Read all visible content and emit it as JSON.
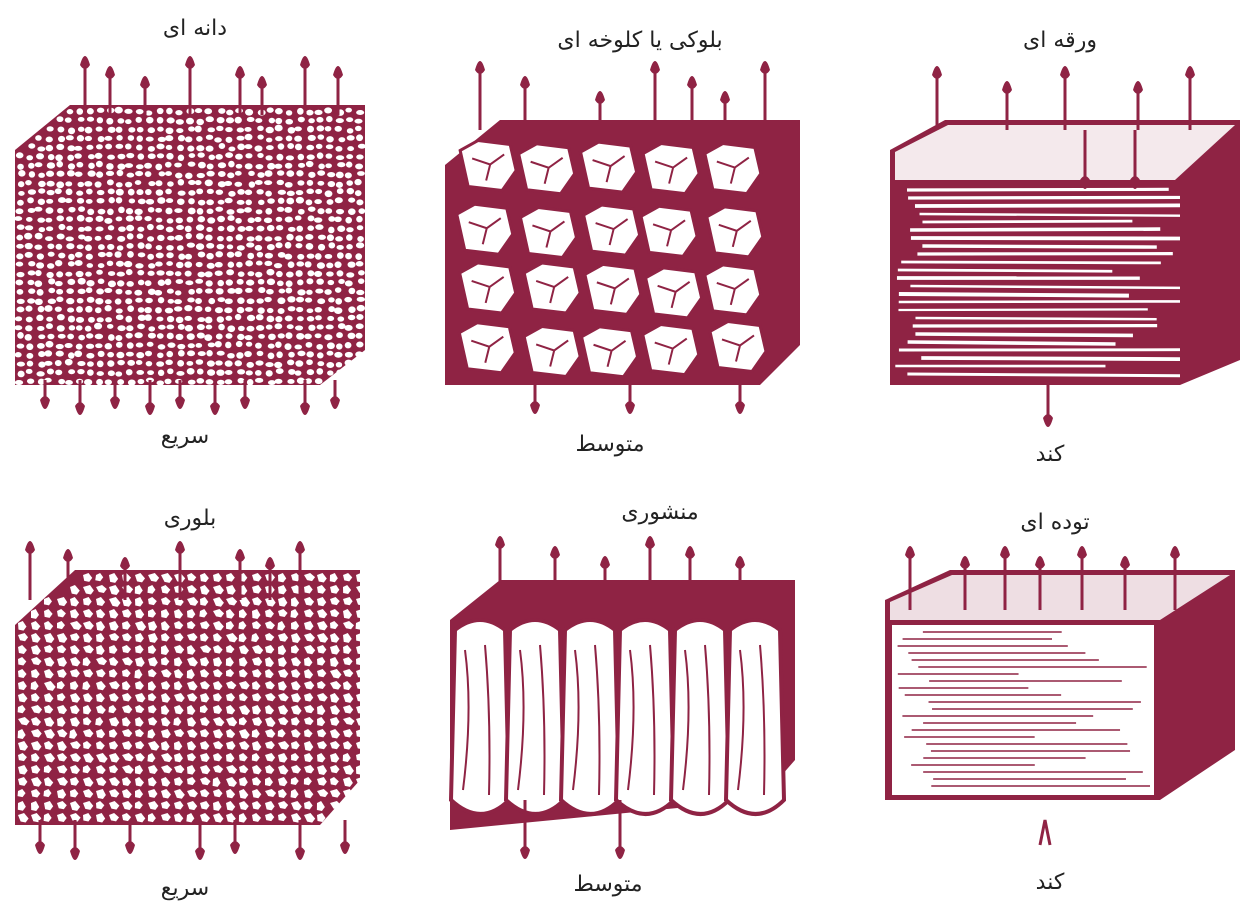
{
  "colors": {
    "ink": "#8f2344",
    "ink_light": "#f3dfe5",
    "text": "#222222"
  },
  "panels": [
    {
      "kind": "granular",
      "title": "دانه ای",
      "rate": "سریع"
    },
    {
      "kind": "blocky",
      "title": "بلوکی یا کلوخه ای",
      "rate": "متوسط"
    },
    {
      "kind": "platy",
      "title": "ورقه ای",
      "rate": "کند"
    },
    {
      "kind": "crumb",
      "title": "بلوری",
      "rate": "سریع"
    },
    {
      "kind": "prismatic",
      "title": "منشوری",
      "rate": "متوسط"
    },
    {
      "kind": "massive",
      "title": "توده ای",
      "rate": "کند"
    }
  ]
}
